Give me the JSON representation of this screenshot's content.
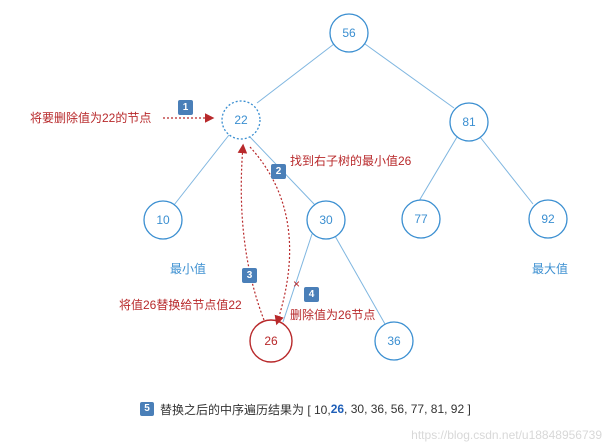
{
  "colors": {
    "node_blue": "#3b8fd1",
    "node_red": "#b8292b",
    "edge": "#7fb6e0",
    "step_badge": "#4a7fb8",
    "highlight": "#1f5fb8"
  },
  "nodes": {
    "n56": "56",
    "n22": "22",
    "n81": "81",
    "n10": "10",
    "n30": "30",
    "n77": "77",
    "n92": "92",
    "n26": "26",
    "n36": "36"
  },
  "labels": {
    "min_value": "最小值",
    "max_value": "最大值",
    "delete_target": "将要删除值为22的节点",
    "find_min": "找到右子树的最小值26",
    "replace": "将值26替换给节点值22",
    "delete_26": "删除值为26节点",
    "cross": "×"
  },
  "steps": {
    "s1": "1",
    "s2": "2",
    "s3": "3",
    "s4": "4",
    "s5": "5"
  },
  "result": {
    "prefix": "替换之后的中序遍历结果为 [ 10, ",
    "highlight": "26",
    "suffix": ", 30, 36, 56, 77, 81, 92 ]"
  },
  "watermark": "https://blog.csdn.net/u18848956739"
}
